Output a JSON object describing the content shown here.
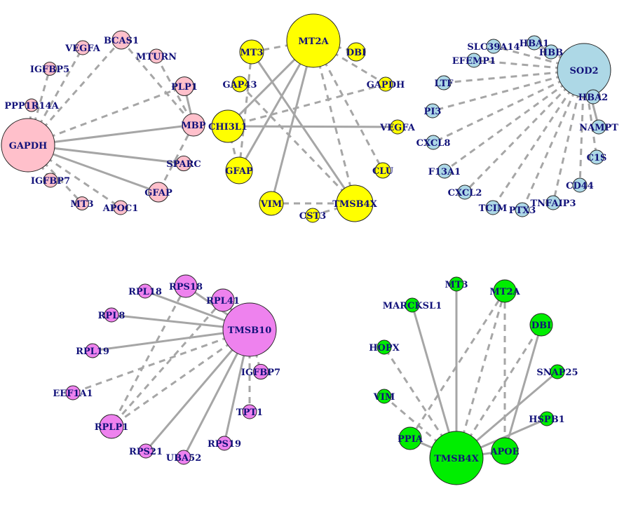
{
  "palette": {
    "edge": "#a6a6a6",
    "label": "#12127a",
    "network_pink": "#ffc0cb",
    "network_yellow": "#ffff00",
    "network_lightblue": "#add8e6",
    "network_violet": "#ee82ee",
    "network_green": "#00ee00"
  },
  "networks": [
    {
      "id": "net-gapdh",
      "color": "#ffc0cb",
      "hub": "GAPDH",
      "nodes": [
        {
          "id": "GAPDH",
          "label": "GAPDH",
          "weight": 1.0
        },
        {
          "id": "VEGFA",
          "label": "VEGFA",
          "weight": 0.15
        },
        {
          "id": "BCAS1",
          "label": "BCAS1",
          "weight": 0.3
        },
        {
          "id": "MTURN",
          "label": "MTURN",
          "weight": 0.15
        },
        {
          "id": "IGFBP5",
          "label": "IGFBP5",
          "weight": 0.12
        },
        {
          "id": "PLP1",
          "label": "PLP1",
          "weight": 0.32
        },
        {
          "id": "PPP1R14A",
          "label": "PPP1R14A",
          "weight": 0.1
        },
        {
          "id": "MBP",
          "label": "MBP",
          "weight": 0.45
        },
        {
          "id": "SPARC",
          "label": "SPARC",
          "weight": 0.18
        },
        {
          "id": "IGFBP7",
          "label": "IGFBP7",
          "weight": 0.15
        },
        {
          "id": "GFAP",
          "label": "GFAP",
          "weight": 0.35
        },
        {
          "id": "MT3",
          "label": "MT3",
          "weight": 0.12
        },
        {
          "id": "APOC1",
          "label": "APOC1",
          "weight": 0.15
        }
      ],
      "edges": [
        {
          "s": "GAPDH",
          "t": "VEGFA",
          "style": "dashed"
        },
        {
          "s": "GAPDH",
          "t": "BCAS1",
          "style": "dashed"
        },
        {
          "s": "GAPDH",
          "t": "IGFBP5",
          "style": "dashed"
        },
        {
          "s": "GAPDH",
          "t": "PPP1R14A",
          "style": "dashed"
        },
        {
          "s": "GAPDH",
          "t": "PLP1",
          "style": "dashed"
        },
        {
          "s": "GAPDH",
          "t": "MBP",
          "style": "solid"
        },
        {
          "s": "GAPDH",
          "t": "SPARC",
          "style": "solid"
        },
        {
          "s": "GAPDH",
          "t": "GFAP",
          "style": "solid"
        },
        {
          "s": "GAPDH",
          "t": "IGFBP7",
          "style": "dashed"
        },
        {
          "s": "GAPDH",
          "t": "MT3",
          "style": "dashed"
        },
        {
          "s": "GAPDH",
          "t": "APOC1",
          "style": "dashed"
        },
        {
          "s": "BCAS1",
          "t": "MBP",
          "style": "dashed"
        },
        {
          "s": "MTURN",
          "t": "MBP",
          "style": "dashed"
        },
        {
          "s": "PLP1",
          "t": "MBP",
          "style": "solid"
        },
        {
          "s": "MBP",
          "t": "GFAP",
          "style": "dashed"
        }
      ]
    },
    {
      "id": "net-mt2a",
      "color": "#ffff00",
      "hub": "MT2A",
      "nodes": [
        {
          "id": "MT2A",
          "label": "MT2A",
          "weight": 0.85
        },
        {
          "id": "MT3",
          "label": "MT3",
          "weight": 0.5
        },
        {
          "id": "DBI",
          "label": "DBI",
          "weight": 0.3
        },
        {
          "id": "GAP43",
          "label": "GAP43",
          "weight": 0.2
        },
        {
          "id": "GAPDH",
          "label": "GAPDH",
          "weight": 0.15
        },
        {
          "id": "CHI3L1",
          "label": "CHI3L1",
          "weight": 0.8
        },
        {
          "id": "VEGFA",
          "label": "VEGFA",
          "weight": 0.15
        },
        {
          "id": "GFAP",
          "label": "GFAP",
          "weight": 0.6
        },
        {
          "id": "CLU",
          "label": "CLU",
          "weight": 0.2
        },
        {
          "id": "VIM",
          "label": "VIM",
          "weight": 0.5
        },
        {
          "id": "TMSB4X",
          "label": "TMSB4X",
          "weight": 0.95
        },
        {
          "id": "CST3",
          "label": "CST3",
          "weight": 0.15
        }
      ],
      "edges": [
        {
          "s": "MT2A",
          "t": "MT3",
          "style": "dashed"
        },
        {
          "s": "MT2A",
          "t": "DBI",
          "style": "dashed"
        },
        {
          "s": "MT2A",
          "t": "CHI3L1",
          "style": "solid"
        },
        {
          "s": "MT2A",
          "t": "GFAP",
          "style": "solid"
        },
        {
          "s": "MT2A",
          "t": "VIM",
          "style": "solid"
        },
        {
          "s": "MT2A",
          "t": "TMSB4X",
          "style": "dashed"
        },
        {
          "s": "MT2A",
          "t": "CLU",
          "style": "dashed"
        },
        {
          "s": "MT2A",
          "t": "GAPDH",
          "style": "dashed"
        },
        {
          "s": "MT3",
          "t": "TMSB4X",
          "style": "solid"
        },
        {
          "s": "MT3",
          "t": "GFAP",
          "style": "dashed"
        },
        {
          "s": "GAP43",
          "t": "TMSB4X",
          "style": "dashed"
        },
        {
          "s": "CHI3L1",
          "t": "VEGFA",
          "style": "solid"
        },
        {
          "s": "CHI3L1",
          "t": "GAPDH",
          "style": "dashed"
        },
        {
          "s": "CHI3L1",
          "t": "GFAP",
          "style": "dashed"
        },
        {
          "s": "VIM",
          "t": "TMSB4X",
          "style": "dashed"
        },
        {
          "s": "CST3",
          "t": "TMSB4X",
          "style": "dashed"
        }
      ]
    },
    {
      "id": "net-sod2",
      "color": "#add8e6",
      "hub": "SOD2",
      "nodes": [
        {
          "id": "SOD2",
          "label": "SOD2",
          "weight": 1.0
        },
        {
          "id": "SLC39A14",
          "label": "SLC39A14",
          "weight": 0.15
        },
        {
          "id": "HBA1",
          "label": "HBA1",
          "weight": 0.15
        },
        {
          "id": "HBB",
          "label": "HBB",
          "weight": 0.15
        },
        {
          "id": "EFEMP1",
          "label": "EFEMP1",
          "weight": 0.15
        },
        {
          "id": "LTF",
          "label": "LTF",
          "weight": 0.15
        },
        {
          "id": "HBA2",
          "label": "HBA2",
          "weight": 0.15
        },
        {
          "id": "PI3",
          "label": "PI3",
          "weight": 0.15
        },
        {
          "id": "NAMPT",
          "label": "NAMPT",
          "weight": 0.15
        },
        {
          "id": "CXCL8",
          "label": "CXCL8",
          "weight": 0.15
        },
        {
          "id": "C1S",
          "label": "C1S",
          "weight": 0.15
        },
        {
          "id": "F13A1",
          "label": "F13A1",
          "weight": 0.15
        },
        {
          "id": "CD44",
          "label": "CD44",
          "weight": 0.15
        },
        {
          "id": "CXCL2",
          "label": "CXCL2",
          "weight": 0.15
        },
        {
          "id": "TNFAIP3",
          "label": "TNFAIP3",
          "weight": 0.15
        },
        {
          "id": "TCIM",
          "label": "TCIM",
          "weight": 0.15
        },
        {
          "id": "PTX3",
          "label": "PTX3",
          "weight": 0.15
        }
      ],
      "edges": [
        {
          "s": "SOD2",
          "t": "SLC39A14",
          "style": "dashed"
        },
        {
          "s": "SOD2",
          "t": "HBA1",
          "style": "dashed"
        },
        {
          "s": "SOD2",
          "t": "HBB",
          "style": "dashed"
        },
        {
          "s": "SOD2",
          "t": "EFEMP1",
          "style": "dashed"
        },
        {
          "s": "SOD2",
          "t": "LTF",
          "style": "dashed"
        },
        {
          "s": "SOD2",
          "t": "HBA2",
          "style": "dashed"
        },
        {
          "s": "SOD2",
          "t": "PI3",
          "style": "dashed"
        },
        {
          "s": "SOD2",
          "t": "NAMPT",
          "style": "solid"
        },
        {
          "s": "SOD2",
          "t": "CXCL8",
          "style": "dashed"
        },
        {
          "s": "SOD2",
          "t": "C1S",
          "style": "dashed"
        },
        {
          "s": "SOD2",
          "t": "F13A1",
          "style": "dashed"
        },
        {
          "s": "SOD2",
          "t": "CD44",
          "style": "dashed"
        },
        {
          "s": "SOD2",
          "t": "CXCL2",
          "style": "dashed"
        },
        {
          "s": "SOD2",
          "t": "TNFAIP3",
          "style": "dashed"
        },
        {
          "s": "SOD2",
          "t": "TCIM",
          "style": "dashed"
        },
        {
          "s": "SOD2",
          "t": "PTX3",
          "style": "dashed"
        }
      ]
    },
    {
      "id": "net-tmsb10",
      "color": "#ee82ee",
      "hub": "TMSB10",
      "nodes": [
        {
          "id": "TMSB10",
          "label": "TMSB10",
          "weight": 1.0
        },
        {
          "id": "RPS18",
          "label": "RPS18",
          "weight": 0.45
        },
        {
          "id": "RPL18",
          "label": "RPL18",
          "weight": 0.15
        },
        {
          "id": "RPL41",
          "label": "RPL41",
          "weight": 0.45
        },
        {
          "id": "RPL8",
          "label": "RPL8",
          "weight": 0.15
        },
        {
          "id": "RPL19",
          "label": "RPL19",
          "weight": 0.15
        },
        {
          "id": "IGFBP7",
          "label": "IGFBP7",
          "weight": 0.18
        },
        {
          "id": "EEF1A1",
          "label": "EEF1A1",
          "weight": 0.15
        },
        {
          "id": "TPT1",
          "label": "TPT1",
          "weight": 0.15
        },
        {
          "id": "RPLP1",
          "label": "RPLP1",
          "weight": 0.5
        },
        {
          "id": "RPS19",
          "label": "RPS19",
          "weight": 0.15
        },
        {
          "id": "RPS21",
          "label": "RPS21",
          "weight": 0.15
        },
        {
          "id": "UBA52",
          "label": "UBA52",
          "weight": 0.15
        }
      ],
      "edges": [
        {
          "s": "TMSB10",
          "t": "RPS18",
          "style": "solid"
        },
        {
          "s": "TMSB10",
          "t": "RPL18",
          "style": "solid"
        },
        {
          "s": "TMSB10",
          "t": "RPL41",
          "style": "solid"
        },
        {
          "s": "TMSB10",
          "t": "RPL8",
          "style": "solid"
        },
        {
          "s": "TMSB10",
          "t": "RPL19",
          "style": "solid"
        },
        {
          "s": "TMSB10",
          "t": "IGFBP7",
          "style": "dashed"
        },
        {
          "s": "TMSB10",
          "t": "EEF1A1",
          "style": "dashed"
        },
        {
          "s": "TMSB10",
          "t": "TPT1",
          "style": "dashed"
        },
        {
          "s": "TMSB10",
          "t": "RPLP1",
          "style": "dashed"
        },
        {
          "s": "TMSB10",
          "t": "RPS19",
          "style": "solid"
        },
        {
          "s": "TMSB10",
          "t": "RPS21",
          "style": "solid"
        },
        {
          "s": "TMSB10",
          "t": "UBA52",
          "style": "solid"
        },
        {
          "s": "RPS18",
          "t": "RPLP1",
          "style": "dashed"
        },
        {
          "s": "RPL41",
          "t": "RPLP1",
          "style": "dashed"
        }
      ]
    },
    {
      "id": "net-tmsb4x",
      "color": "#00ee00",
      "hub": "TMSB4X",
      "nodes": [
        {
          "id": "TMSB4X",
          "label": "TMSB4X",
          "weight": 1.0
        },
        {
          "id": "MT3",
          "label": "MT3",
          "weight": 0.15
        },
        {
          "id": "MT2A",
          "label": "MT2A",
          "weight": 0.45
        },
        {
          "id": "MARCKSL1",
          "label": "MARCKSL1",
          "weight": 0.15
        },
        {
          "id": "DBI",
          "label": "DBI",
          "weight": 0.45
        },
        {
          "id": "HOPX",
          "label": "HOPX",
          "weight": 0.15
        },
        {
          "id": "SNAP25",
          "label": "SNAP25",
          "weight": 0.15
        },
        {
          "id": "VIM",
          "label": "VIM",
          "weight": 0.15
        },
        {
          "id": "HSPB1",
          "label": "HSPB1",
          "weight": 0.15
        },
        {
          "id": "PPIA",
          "label": "PPIA",
          "weight": 0.45
        },
        {
          "id": "APOE",
          "label": "APOE",
          "weight": 0.6
        }
      ],
      "edges": [
        {
          "s": "TMSB4X",
          "t": "MT3",
          "style": "solid"
        },
        {
          "s": "TMSB4X",
          "t": "MT2A",
          "style": "dashed"
        },
        {
          "s": "TMSB4X",
          "t": "MARCKSL1",
          "style": "solid"
        },
        {
          "s": "TMSB4X",
          "t": "DBI",
          "style": "dashed"
        },
        {
          "s": "TMSB4X",
          "t": "HOPX",
          "style": "dashed"
        },
        {
          "s": "TMSB4X",
          "t": "SNAP25",
          "style": "solid"
        },
        {
          "s": "TMSB4X",
          "t": "VIM",
          "style": "dashed"
        },
        {
          "s": "TMSB4X",
          "t": "HSPB1",
          "style": "solid"
        },
        {
          "s": "TMSB4X",
          "t": "PPIA",
          "style": "solid"
        },
        {
          "s": "TMSB4X",
          "t": "APOE",
          "style": "solid"
        },
        {
          "s": "MT2A",
          "t": "PPIA",
          "style": "dashed"
        },
        {
          "s": "MT2A",
          "t": "APOE",
          "style": "dashed"
        },
        {
          "s": "DBI",
          "t": "APOE",
          "style": "solid"
        }
      ]
    }
  ]
}
